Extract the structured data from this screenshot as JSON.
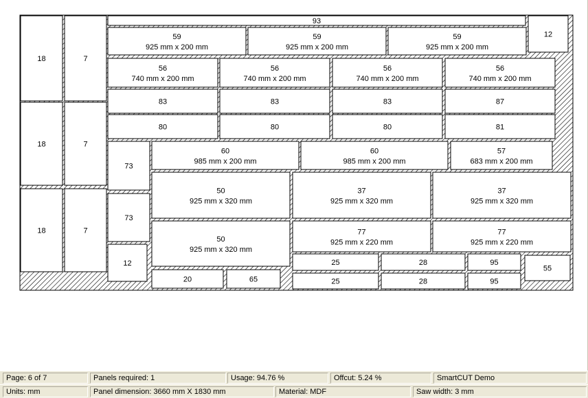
{
  "panels": [
    {
      "id": "18",
      "dim": ""
    },
    {
      "id": "7",
      "dim": ""
    },
    {
      "id": "18",
      "dim": ""
    },
    {
      "id": "7",
      "dim": ""
    },
    {
      "id": "18",
      "dim": ""
    },
    {
      "id": "7",
      "dim": ""
    },
    {
      "id": "93",
      "dim": ""
    },
    {
      "id": "12",
      "dim": ""
    },
    {
      "id": "59",
      "dim": "925 mm x 200 mm"
    },
    {
      "id": "59",
      "dim": "925 mm x 200 mm"
    },
    {
      "id": "59",
      "dim": "925 mm x 200 mm"
    },
    {
      "id": "56",
      "dim": "740 mm x 200 mm"
    },
    {
      "id": "56",
      "dim": "740 mm x 200 mm"
    },
    {
      "id": "56",
      "dim": "740 mm x 200 mm"
    },
    {
      "id": "56",
      "dim": "740 mm x 200 mm"
    },
    {
      "id": "83",
      "dim": ""
    },
    {
      "id": "83",
      "dim": ""
    },
    {
      "id": "83",
      "dim": ""
    },
    {
      "id": "87",
      "dim": ""
    },
    {
      "id": "80",
      "dim": ""
    },
    {
      "id": "80",
      "dim": ""
    },
    {
      "id": "80",
      "dim": ""
    },
    {
      "id": "81",
      "dim": ""
    },
    {
      "id": "73",
      "dim": ""
    },
    {
      "id": "60",
      "dim": "985 mm x 200 mm"
    },
    {
      "id": "60",
      "dim": "985 mm x 200 mm"
    },
    {
      "id": "57",
      "dim": "683 mm x 200 mm"
    },
    {
      "id": "73",
      "dim": ""
    },
    {
      "id": "50",
      "dim": "925 mm x 320 mm"
    },
    {
      "id": "37",
      "dim": "925 mm x 320 mm"
    },
    {
      "id": "37",
      "dim": "925 mm x 320 mm"
    },
    {
      "id": "50",
      "dim": "925 mm x 320 mm"
    },
    {
      "id": "77",
      "dim": "925 mm x 220 mm"
    },
    {
      "id": "77",
      "dim": "925 mm x 220 mm"
    },
    {
      "id": "12",
      "dim": ""
    },
    {
      "id": "25",
      "dim": ""
    },
    {
      "id": "28",
      "dim": ""
    },
    {
      "id": "95",
      "dim": ""
    },
    {
      "id": "55",
      "dim": ""
    },
    {
      "id": "25",
      "dim": ""
    },
    {
      "id": "28",
      "dim": ""
    },
    {
      "id": "95",
      "dim": ""
    },
    {
      "id": "20",
      "dim": ""
    },
    {
      "id": "65",
      "dim": ""
    }
  ],
  "status": {
    "page": "Page: 6 of 7",
    "panels_required": "Panels required: 1",
    "usage": "Usage: 94.76 %",
    "offcut": "Offcut: 5.24 %",
    "product": "SmartCUT Demo",
    "units": "Units: mm",
    "panel_dimension": "Panel dimension: 3660 mm X 1830 mm",
    "material": "Material: MDF",
    "saw_width": "Saw width: 3 mm"
  },
  "colors": {
    "status_bg": "#ece9d8",
    "hatch": "#000000",
    "panel_bg": "#ffffff"
  }
}
